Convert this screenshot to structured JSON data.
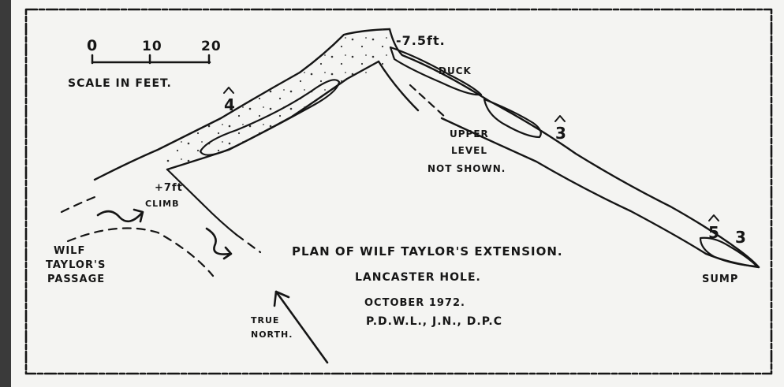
{
  "colors": {
    "paper": "#f4f4f2",
    "ink": "#151515",
    "margin": "#3a3a3a"
  },
  "scale": {
    "ticks": [
      "0",
      "10",
      "20"
    ],
    "label": "SCALE IN FEET."
  },
  "labels": {
    "depth_top": "-7.5ft.",
    "duck": "DUCK",
    "pool_4": "4",
    "pool_3_upper": "3",
    "pool_5": "5",
    "pool_3_lower": "3",
    "upper_level_1": "UPPER",
    "upper_level_2": "LEVEL",
    "upper_level_3": "NOT SHOWN.",
    "depth_junction_1": "+7ft",
    "depth_junction_2": "CLIMB",
    "passage_1": "WILF",
    "passage_2": "TAYLOR'S",
    "passage_3": "PASSAGE",
    "sump": "SUMP",
    "north_1": "TRUE",
    "north_2": "NORTH."
  },
  "title": {
    "line1": "PLAN OF WILF TAYLOR'S EXTENSION.",
    "line2": "LANCASTER HOLE.",
    "date": "OCTOBER 1972.",
    "authors": "P.D.W.L., J.N., D.P.C"
  }
}
